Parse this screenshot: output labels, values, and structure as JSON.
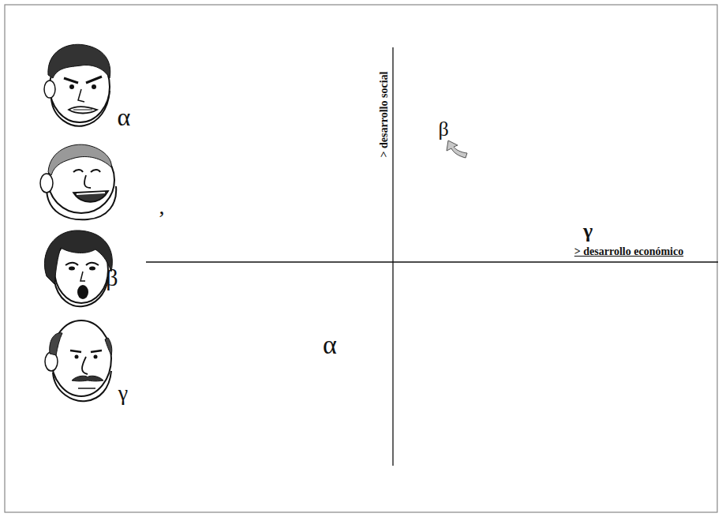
{
  "diagram": {
    "labels": [
      "α",
      ",",
      "β",
      "γ",
      "> desarrollo social",
      "β",
      "γ",
      "> desarrollo económico",
      "α"
    ]
  }
}
